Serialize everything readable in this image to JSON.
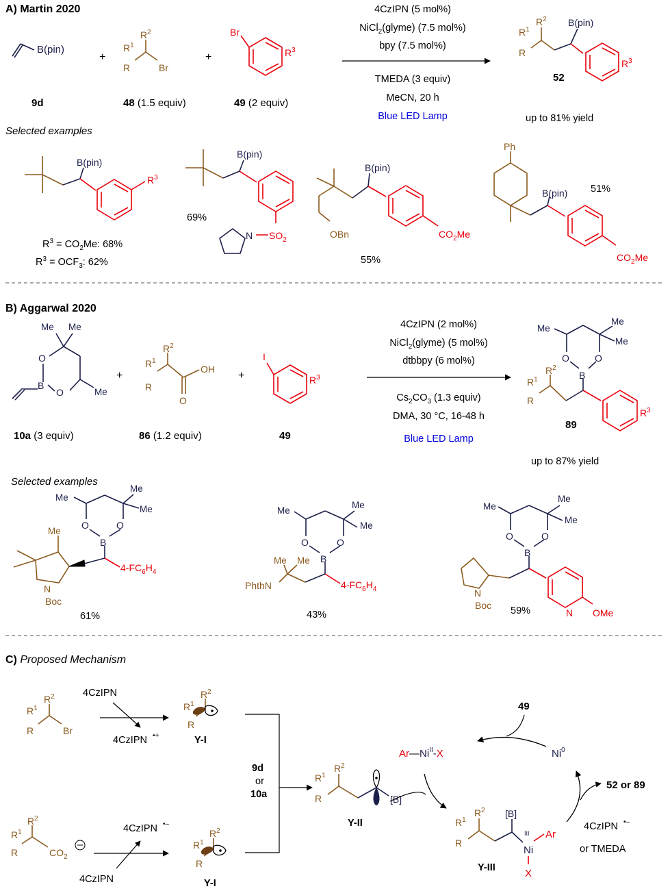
{
  "colors": {
    "brown": "#8B5A1E",
    "red": "#E8000B",
    "navy": "#1B1F4A",
    "blue": "#0000DD",
    "black": "#000000"
  },
  "sectionA": {
    "title": "A) Martin 2020",
    "reagents": [
      "4CzIPN (5 mol%)",
      "NiCl",
      "(glyme) (7.5 mol%)",
      "bpy (7.5 mol%)"
    ],
    "conditions": [
      "TMEDA (3 equiv)",
      "MeCN, 20 h"
    ],
    "light": "Blue LED Lamp",
    "comp1": "9d",
    "comp2": "48",
    "comp2_eq": "(1.5 equiv)",
    "comp3": "49",
    "comp3_eq": "(2 equiv)",
    "product": "52",
    "yield": "up to 81% yield",
    "selected": "Selected examples",
    "ex1_a": "R",
    "ex1_b": "= CO",
    "ex1_c": "Me: 68%",
    "ex1_d": "= OCF",
    "ex1_e": ": 62%",
    "ex2_yield": "69%",
    "ex3_yield": "55%",
    "ex4_yield": "51%"
  },
  "sectionB": {
    "title": "B) Aggarwal 2020",
    "reagents": [
      "4CzIPN (2 mol%)",
      "NiCl",
      "(glyme) (5 mol%)",
      "dtbbpy (6 mol%)"
    ],
    "conditions": [
      "Cs",
      "CO",
      " (1.3 equiv)",
      "DMA, 30 °C, 16-48 h"
    ],
    "light": "Blue LED Lamp",
    "comp1": "10a",
    "comp1_eq": "(3 equiv)",
    "comp2": "86",
    "comp2_eq": "(1.2 equiv)",
    "comp3": "49",
    "product": "89",
    "yield": "up to 87% yield",
    "selected": "Selected examples",
    "ex1_yield": "61%",
    "ex2_yield": "43%",
    "ex3_yield": "59%"
  },
  "sectionC": {
    "title_prefix": "C)",
    "title": "Proposed Mechanism",
    "cz": "4CzIPN",
    "ni_ar": "Ar",
    "ni": "Ni",
    "ni0": "Ni",
    "y1": "Y-I",
    "y2": "Y-II",
    "y3": "Y-III",
    "mid_a": "9d",
    "mid_or": "or",
    "mid_b": "10a",
    "n49": "49",
    "products": "52 or 89",
    "or_tmeda": "or TMEDA"
  }
}
